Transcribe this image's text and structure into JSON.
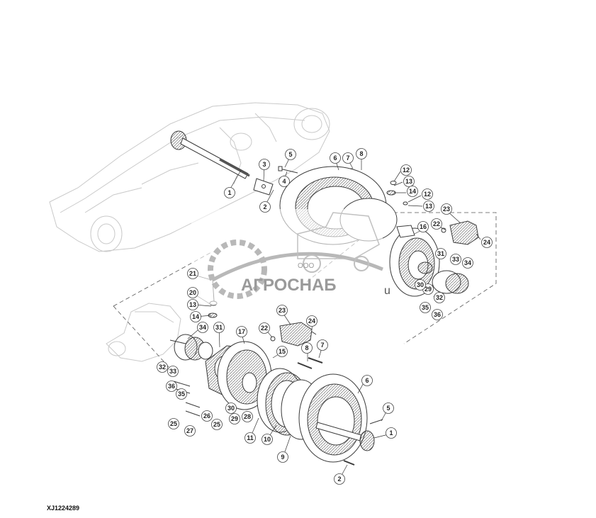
{
  "figure_id": "XJ1224289",
  "watermark": {
    "prefix": "ООО",
    "name": "АГРОСНАБ",
    "suffix": "u"
  },
  "colors": {
    "line": "#3a3a3a",
    "ghost": "#c9c9c9",
    "callout_fill": "#ffffff",
    "watermark_gray": "#b8b8b8",
    "watermark_text": "#9a9a9a"
  },
  "callouts": [
    "1",
    "2",
    "3",
    "4",
    "5",
    "6",
    "7",
    "8",
    "12",
    "13",
    "14",
    "12",
    "13",
    "23",
    "16",
    "22",
    "24",
    "31",
    "33",
    "34",
    "29",
    "30",
    "32",
    "35",
    "36",
    "21",
    "20",
    "13",
    "14",
    "34",
    "31",
    "17",
    "22",
    "23",
    "24",
    "8",
    "7",
    "33",
    "32",
    "15",
    "36",
    "35",
    "30",
    "29",
    "28",
    "6",
    "5",
    "25",
    "26",
    "25",
    "27",
    "11",
    "10",
    "9",
    "1",
    "2"
  ]
}
